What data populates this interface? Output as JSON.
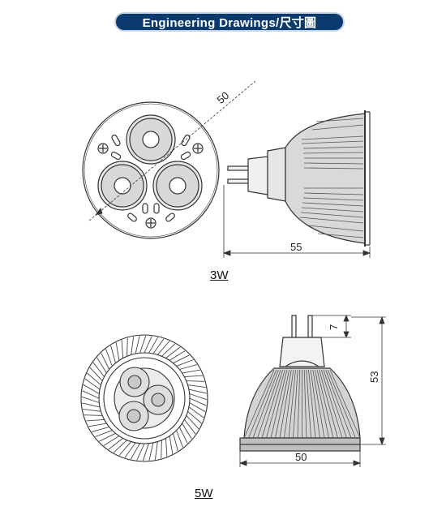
{
  "header": {
    "title": "Engineering Drawings/尺寸圖"
  },
  "drawing_3w": {
    "caption": "3W",
    "dim_diameter": "50",
    "dim_length": "55"
  },
  "drawing_5w": {
    "caption": "5W",
    "dim_pin": "7",
    "dim_height": "53",
    "dim_width": "50"
  },
  "colors": {
    "header_bg": "#0b3a6e",
    "line": "#333333"
  }
}
